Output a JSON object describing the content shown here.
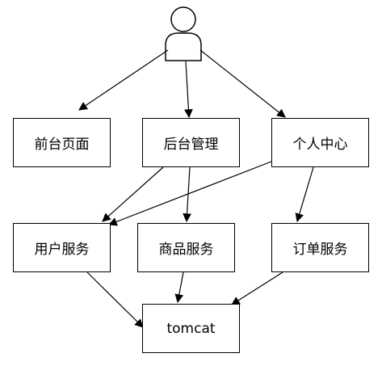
{
  "nodes": {
    "frontend": "前台页面",
    "backend": "后台管理",
    "personal": "个人中心",
    "user_service": "用户服务",
    "product_service": "商品服务",
    "order_service": "订单服务",
    "tomcat": "tomcat"
  },
  "actor": {
    "icon": "user-actor-icon"
  },
  "edges": [
    [
      "actor",
      "frontend"
    ],
    [
      "actor",
      "backend"
    ],
    [
      "actor",
      "personal"
    ],
    [
      "backend",
      "user_service"
    ],
    [
      "backend",
      "product_service"
    ],
    [
      "personal",
      "user_service"
    ],
    [
      "personal",
      "order_service"
    ],
    [
      "user_service",
      "tomcat"
    ],
    [
      "product_service",
      "tomcat"
    ],
    [
      "order_service",
      "tomcat"
    ]
  ],
  "colors": {
    "stroke": "#000000",
    "background": "#ffffff"
  }
}
